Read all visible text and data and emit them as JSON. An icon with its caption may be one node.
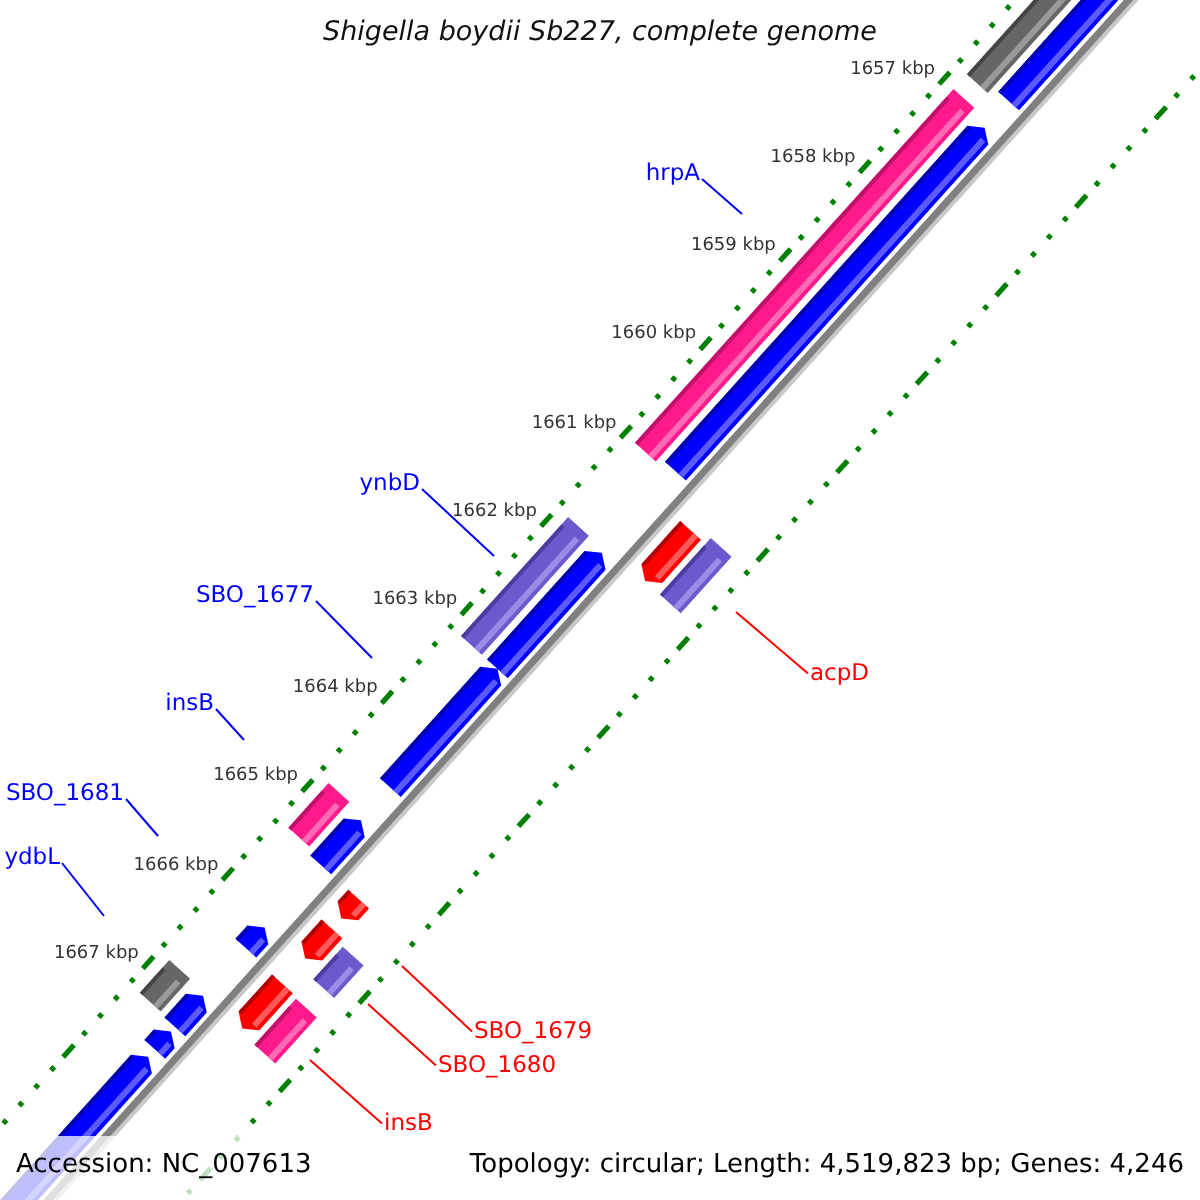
{
  "diagram": {
    "title": "Shigella boydii Sb227, complete genome",
    "nodes": [
      {
        "text": [
          "hrpA"
        ]
      },
      {
        "text": [
          "ynbD"
        ]
      },
      {
        "text": [
          "SBO_1677"
        ]
      },
      {
        "text": [
          "acpD"
        ]
      },
      {
        "text": [
          "insB"
        ]
      },
      {
        "text": [
          "SBO_1681"
        ]
      },
      {
        "text": [
          "ydbL"
        ]
      },
      {
        "text": [
          "SBO_1679"
        ]
      },
      {
        "text": [
          "SBO_1680"
        ]
      },
      {
        "text": [
          "insB"
        ]
      }
    ],
    "edges": [
      {
        "from": 0,
        "to": null,
        "arrow": "none"
      },
      {
        "from": 1,
        "to": null,
        "arrow": "none"
      },
      {
        "from": 2,
        "to": null,
        "arrow": "none"
      },
      {
        "from": 3,
        "to": null,
        "arrow": "none",
        "color": "#ff0000"
      },
      {
        "from": 4,
        "to": null,
        "arrow": "none"
      },
      {
        "from": 5,
        "to": null,
        "arrow": "none"
      },
      {
        "from": 6,
        "to": null,
        "arrow": "none"
      },
      {
        "from": 7,
        "to": null,
        "arrow": "none",
        "color": "#ff0000"
      },
      {
        "from": 8,
        "to": null,
        "arrow": "none",
        "color": "#ff0000"
      },
      {
        "from": 9,
        "to": null,
        "arrow": "none",
        "color": "#ff0000"
      }
    ],
    "labels": [
      "1657 kbp",
      "1658 kbp",
      "1659 kbp",
      "1660 kbp",
      "1661 kbp",
      "1662 kbp",
      "1663 kbp",
      "1664 kbp",
      "1665 kbp",
      "1666 kbp",
      "1667 kbp",
      "Accession: NC_007613",
      "Topology: circular; Length: 4,519,823 bp; Genes: 4,246"
    ]
  }
}
